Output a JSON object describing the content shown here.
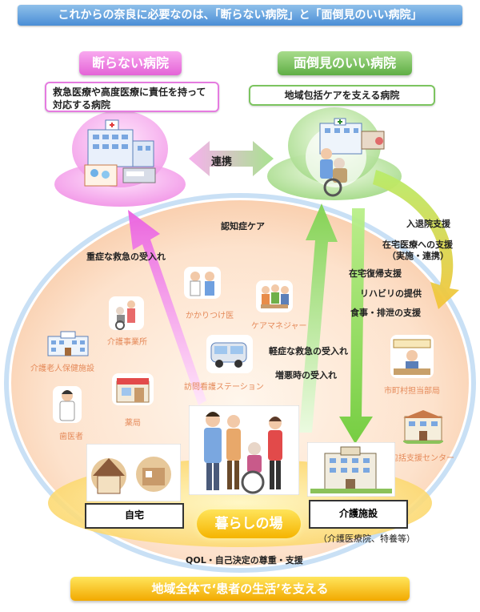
{
  "banner": {
    "text": "これからの奈良に必要なのは、「断らない病院」と「面倒見のいい病院」"
  },
  "hospitals": {
    "left": {
      "title": "断らない病院",
      "desc": "救急医療や高度医療に責任を持って対応する病院"
    },
    "right": {
      "title": "面倒見のいい病院",
      "desc": "地域包括ケアを支える病院"
    },
    "link_label": "連携"
  },
  "arrows": {
    "dementia": "認知症ケア",
    "severe_emergency": "重症な救急の受入れ",
    "discharge_support": "入退院支援",
    "home_care_support_line1": "在宅医療への支援",
    "home_care_support_line2": "（実施・連携）",
    "home_return": "在宅復帰支援",
    "rehab": "リハビリの提供",
    "meals": "食事・排泄の支援",
    "mild_emergency": "軽症な救急の受入れ",
    "worsening": "増悪時の受入れ"
  },
  "community": {
    "family_doctor": "かかりつけ医",
    "care_manager": "ケアマネジャー",
    "care_office": "介護事業所",
    "elderly_facility": "介護老人保健施設",
    "visiting_nurse": "訪問看護ステーション",
    "dentist": "歯医者",
    "pharmacy": "薬局",
    "municipal_dept": "市町村担当部局",
    "support_center": "地域包括支援センター"
  },
  "places": {
    "home": "自宅",
    "care_facility": "介護施設",
    "care_facility_note": "（介護医療院、特養等）",
    "living_place": "暮らしの場",
    "qol": "QOL・自己決定の尊重・支援"
  },
  "footer": {
    "text": "地域全体で‘患者の生活’を支える"
  },
  "colors": {
    "banner": "#4a8ed6",
    "pink": "#e463d7",
    "green": "#5fae45",
    "orange": "#f5a623",
    "yellow": "#f5b400"
  }
}
